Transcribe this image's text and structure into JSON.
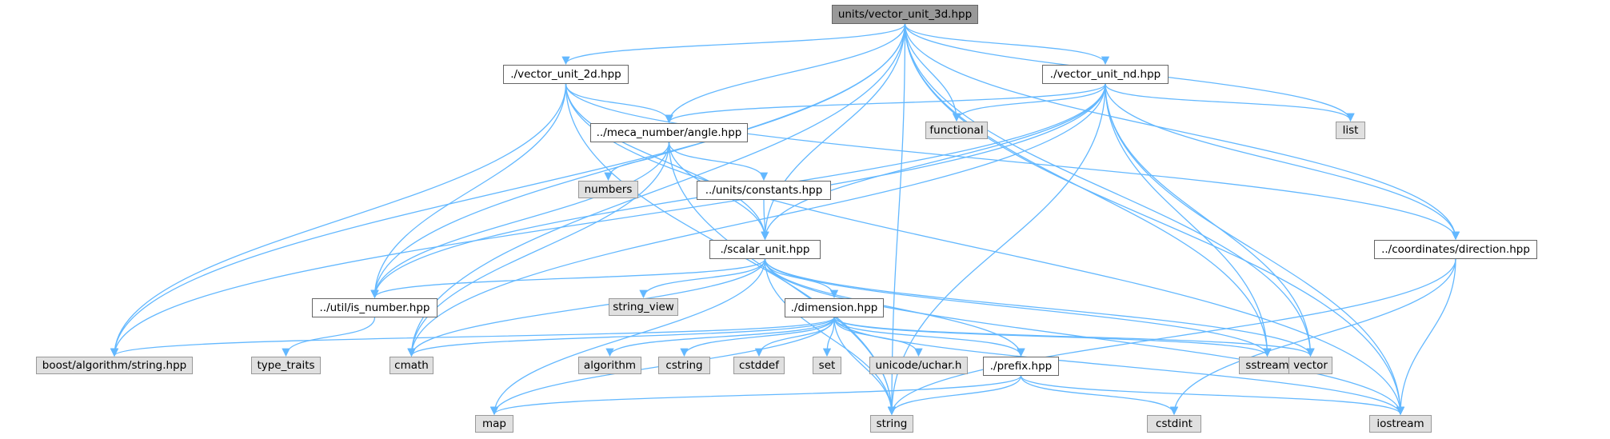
{
  "graph": {
    "edge_color": "#63b8ff",
    "root_fill": "#999999",
    "local_fill": "#ffffff",
    "system_fill": "#e0e0e0",
    "nodes": [
      {
        "id": "root",
        "label": "units/vector_unit_3d.hpp",
        "kind": "root"
      },
      {
        "id": "v2d",
        "label": "./vector_unit_2d.hpp",
        "kind": "local"
      },
      {
        "id": "vnd",
        "label": "./vector_unit_nd.hpp",
        "kind": "local"
      },
      {
        "id": "angle",
        "label": "../meca_number/angle.hpp",
        "kind": "local"
      },
      {
        "id": "functional",
        "label": "functional",
        "kind": "system"
      },
      {
        "id": "list",
        "label": "list",
        "kind": "system"
      },
      {
        "id": "numbers",
        "label": "numbers",
        "kind": "system"
      },
      {
        "id": "constants",
        "label": "../units/constants.hpp",
        "kind": "local"
      },
      {
        "id": "scalar",
        "label": "./scalar_unit.hpp",
        "kind": "local"
      },
      {
        "id": "direction",
        "label": "../coordinates/direction.hpp",
        "kind": "local"
      },
      {
        "id": "isnumber",
        "label": "../util/is_number.hpp",
        "kind": "local"
      },
      {
        "id": "string_view",
        "label": "string_view",
        "kind": "system"
      },
      {
        "id": "dimension",
        "label": "./dimension.hpp",
        "kind": "local"
      },
      {
        "id": "boost",
        "label": "boost/algorithm/string.hpp",
        "kind": "system"
      },
      {
        "id": "type_traits",
        "label": "type_traits",
        "kind": "system"
      },
      {
        "id": "cmath",
        "label": "cmath",
        "kind": "system"
      },
      {
        "id": "algorithm",
        "label": "algorithm",
        "kind": "system"
      },
      {
        "id": "cstring",
        "label": "cstring",
        "kind": "system"
      },
      {
        "id": "cstddef",
        "label": "cstddef",
        "kind": "system"
      },
      {
        "id": "set",
        "label": "set",
        "kind": "system"
      },
      {
        "id": "uchar",
        "label": "unicode/uchar.h",
        "kind": "system"
      },
      {
        "id": "prefix",
        "label": "./prefix.hpp",
        "kind": "local"
      },
      {
        "id": "sstream",
        "label": "sstream",
        "kind": "system"
      },
      {
        "id": "vector",
        "label": "vector",
        "kind": "system"
      },
      {
        "id": "map",
        "label": "map",
        "kind": "system"
      },
      {
        "id": "string",
        "label": "string",
        "kind": "system"
      },
      {
        "id": "cstdint",
        "label": "cstdint",
        "kind": "system"
      },
      {
        "id": "iostream",
        "label": "iostream",
        "kind": "system"
      }
    ],
    "edges": [
      [
        "root",
        "v2d"
      ],
      [
        "root",
        "vnd"
      ],
      [
        "root",
        "angle"
      ],
      [
        "root",
        "functional"
      ],
      [
        "root",
        "list"
      ],
      [
        "root",
        "scalar"
      ],
      [
        "root",
        "direction"
      ],
      [
        "root",
        "isnumber"
      ],
      [
        "root",
        "boost"
      ],
      [
        "root",
        "cmath"
      ],
      [
        "root",
        "sstream"
      ],
      [
        "root",
        "vector"
      ],
      [
        "root",
        "string"
      ],
      [
        "root",
        "iostream"
      ],
      [
        "v2d",
        "angle"
      ],
      [
        "v2d",
        "scalar"
      ],
      [
        "v2d",
        "isnumber"
      ],
      [
        "v2d",
        "boost"
      ],
      [
        "v2d",
        "direction"
      ],
      [
        "v2d",
        "iostream"
      ],
      [
        "v2d",
        "string"
      ],
      [
        "vnd",
        "angle"
      ],
      [
        "vnd",
        "functional"
      ],
      [
        "vnd",
        "list"
      ],
      [
        "vnd",
        "scalar"
      ],
      [
        "vnd",
        "direction"
      ],
      [
        "vnd",
        "isnumber"
      ],
      [
        "vnd",
        "boost"
      ],
      [
        "vnd",
        "cmath"
      ],
      [
        "vnd",
        "sstream"
      ],
      [
        "vnd",
        "vector"
      ],
      [
        "vnd",
        "string"
      ],
      [
        "vnd",
        "iostream"
      ],
      [
        "angle",
        "numbers"
      ],
      [
        "angle",
        "constants"
      ],
      [
        "angle",
        "scalar"
      ],
      [
        "angle",
        "isnumber"
      ],
      [
        "angle",
        "cmath"
      ],
      [
        "angle",
        "string"
      ],
      [
        "constants",
        "scalar"
      ],
      [
        "scalar",
        "isnumber"
      ],
      [
        "scalar",
        "string_view"
      ],
      [
        "scalar",
        "dimension"
      ],
      [
        "scalar",
        "cmath"
      ],
      [
        "scalar",
        "prefix"
      ],
      [
        "scalar",
        "sstream"
      ],
      [
        "scalar",
        "vector"
      ],
      [
        "scalar",
        "map"
      ],
      [
        "scalar",
        "string"
      ],
      [
        "scalar",
        "iostream"
      ],
      [
        "isnumber",
        "type_traits"
      ],
      [
        "dimension",
        "boost"
      ],
      [
        "dimension",
        "cmath"
      ],
      [
        "dimension",
        "algorithm"
      ],
      [
        "dimension",
        "cstring"
      ],
      [
        "dimension",
        "cstddef"
      ],
      [
        "dimension",
        "set"
      ],
      [
        "dimension",
        "uchar"
      ],
      [
        "dimension",
        "prefix"
      ],
      [
        "dimension",
        "sstream"
      ],
      [
        "dimension",
        "vector"
      ],
      [
        "dimension",
        "map"
      ],
      [
        "dimension",
        "string"
      ],
      [
        "dimension",
        "iostream"
      ],
      [
        "prefix",
        "map"
      ],
      [
        "prefix",
        "string"
      ],
      [
        "prefix",
        "cstdint"
      ],
      [
        "prefix",
        "iostream"
      ],
      [
        "direction",
        "string"
      ],
      [
        "direction",
        "cstdint"
      ],
      [
        "direction",
        "iostream"
      ]
    ]
  }
}
